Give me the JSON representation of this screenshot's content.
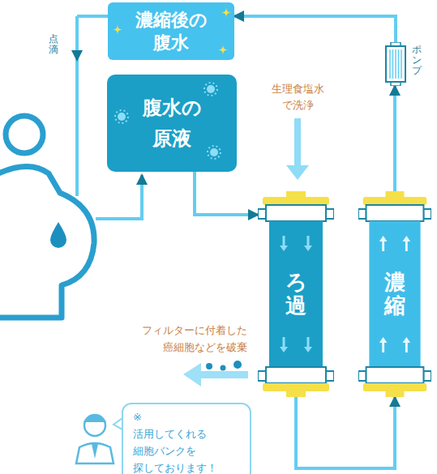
{
  "diagram": {
    "nodes": [
      {
        "text": [
          "濃縮後の 腹水"
        ]
      },
      {
        "text": [
          "ポンプ"
        ]
      },
      {
        "text": [
          "腹水の 原液"
        ]
      },
      {
        "text": [
          "ろ過"
        ]
      },
      {
        "text": [
          "濃縮"
        ]
      },
      {
        "text": [
          "※ 活用してくれる 細胞バンクを 探しております！"
        ]
      }
    ],
    "edges": [
      {
        "from": 2,
        "to": 3,
        "arrow": "to"
      },
      {
        "from": 3,
        "to": 4,
        "arrow": "to"
      },
      {
        "from": 4,
        "to": 1,
        "arrow": "to"
      },
      {
        "from": 1,
        "to": 0,
        "arrow": "to"
      }
    ],
    "labels": [
      "点滴",
      "生理食塩水 で洗浄",
      "フィルターに付着した 癌細胞などを破棄"
    ]
  }
}
